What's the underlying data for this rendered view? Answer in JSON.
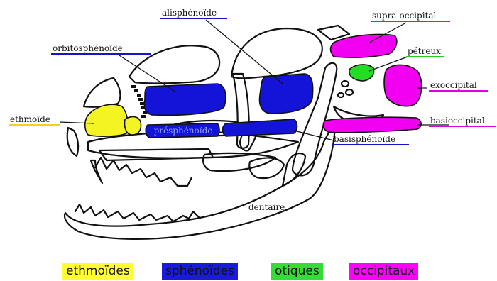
{
  "labels": {
    "alisphenoide": "alisphénoïde",
    "orbitosphenoide": "orbitosphénoïde",
    "ethmoide": "ethmoïde",
    "supra_occipital": "supra-occipital",
    "petreux": "pétreux",
    "exoccipital": "exoccipital",
    "basioccipital": "basioccipital",
    "basisphenoide": "basisphénoïde",
    "presphenoide": "présphénoïde",
    "dentaire": "dentaire"
  },
  "legend": [
    {
      "label": "ethmoïdes",
      "color": "#ffff33"
    },
    {
      "label": "sphénoïdes",
      "color": "#1a1adb"
    },
    {
      "label": "otiques",
      "color": "#33dd33"
    },
    {
      "label": "occipitaux",
      "color": "#ff00ff"
    }
  ],
  "colors": {
    "ethmoid": "#f4f422",
    "sphenoid": "#1414d8",
    "otic": "#22dd22",
    "occipital": "#f200f2",
    "underline_ethmoid": "#f2d21a",
    "underline_sphenoid": "#1414c8",
    "underline_otic": "#22cc22",
    "underline_occipital": "#e000e0",
    "outline": "#111111"
  }
}
